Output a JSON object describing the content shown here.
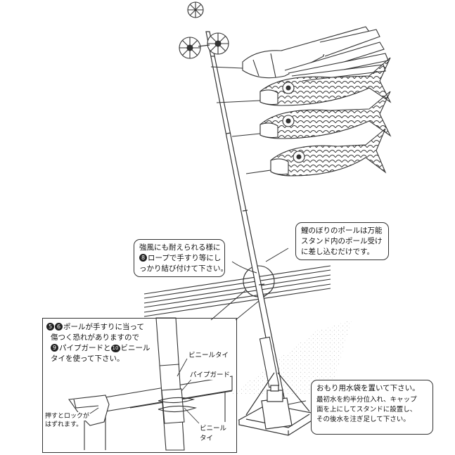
{
  "callouts": {
    "wind": {
      "lines": [
        "強風にも耐えられる様に",
        "ロープで手すり等にし",
        "っかり結び付けて下さい。"
      ],
      "badge": "8"
    },
    "pole": {
      "lines": [
        "鯉のぼりのポールは万能",
        "スタンド内のポール受け",
        "に差し込むだけです。"
      ]
    },
    "weight": {
      "title": "おもり用水袋を置いて下さい。",
      "lines": [
        "最初水を約半分位入れ、キャップ",
        "面を上にしてスタンドに設置し、",
        "その後水を注ぎ足して下さい。"
      ]
    }
  },
  "inset": {
    "lines": [
      {
        "badges": [
          "5",
          "6"
        ],
        "text": "ポールが手すりに当って"
      },
      {
        "badges": [],
        "text": "傷つく恐れがありますので"
      },
      {
        "badges": [
          "9"
        ],
        "text": "パイプガードと",
        "badge2": "10",
        "text2": "ビニール"
      },
      {
        "badges": [],
        "text": "タイを使って下さい。"
      }
    ],
    "labels": {
      "vinyl_tie_top": "ビニールタイ",
      "pipe_guard": "パイプガード",
      "vinyl_tie_bottom_1": "ビニール",
      "vinyl_tie_bottom_2": "タイ",
      "lock_1": "押すとロックが",
      "lock_2": "はずれます。"
    }
  }
}
